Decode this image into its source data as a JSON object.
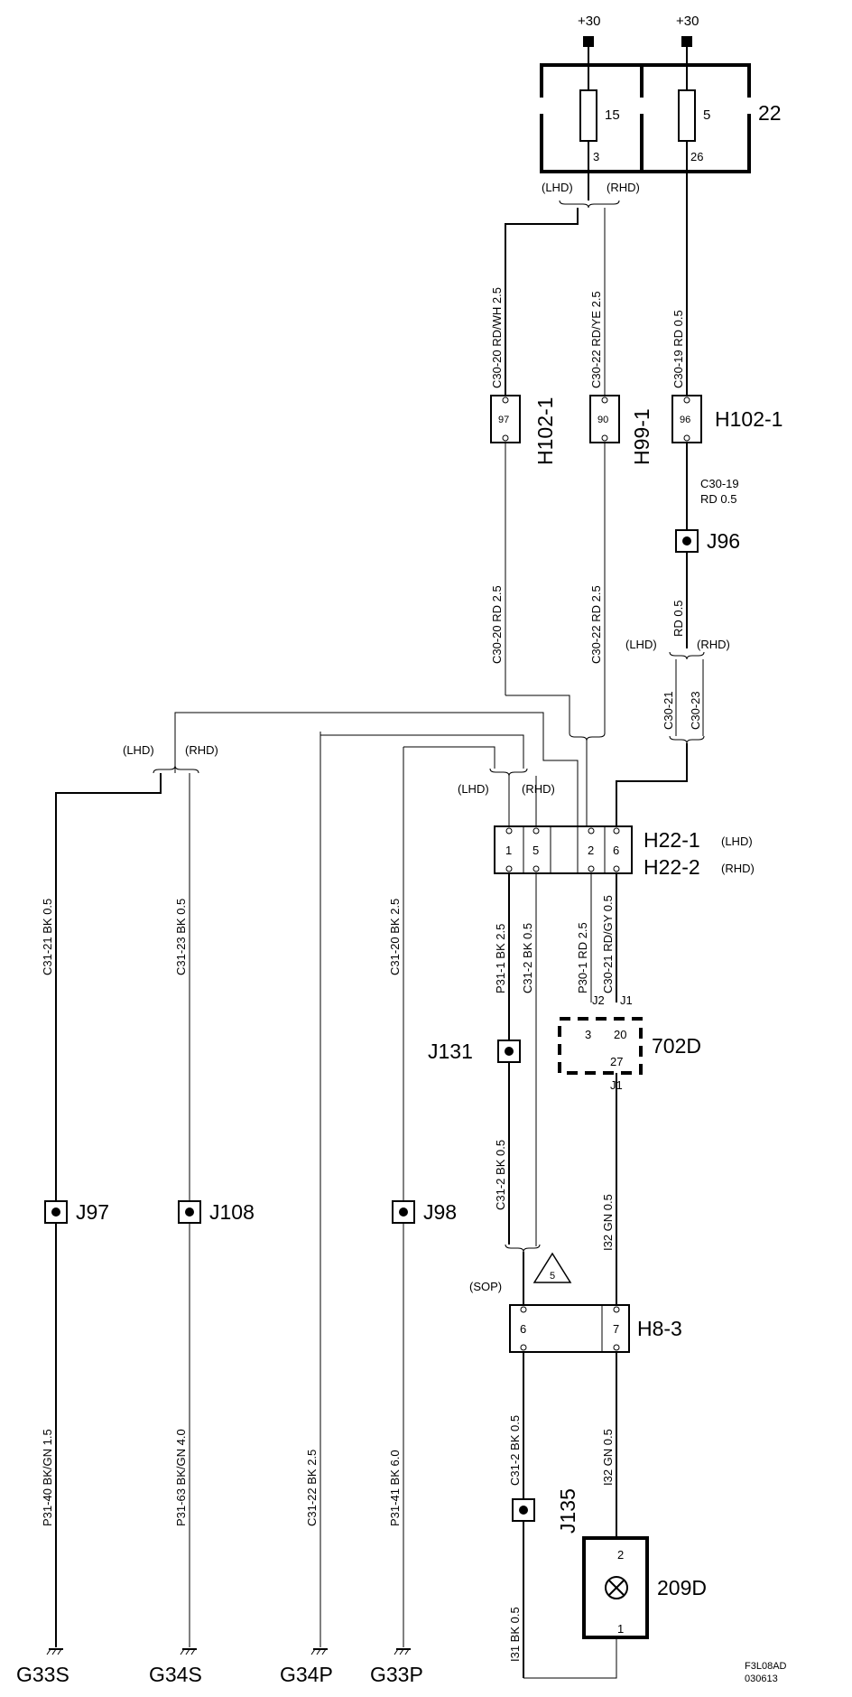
{
  "supply": {
    "plus30_a": "+30",
    "plus30_b": "+30"
  },
  "fuse_box": {
    "id": "22",
    "fuse_a": "15",
    "fuse_a_pin": "3",
    "fuse_b": "5",
    "fuse_b_pin": "26"
  },
  "variants": {
    "lhd": "(LHD)",
    "rhd": "(RHD)",
    "sop": "(SOP)",
    "note": "5"
  },
  "wires": {
    "c30_20_rdwh": "C30-20  RD/WH  2.5",
    "c30_22_rdye": "C30-22  RD/YE  2.5",
    "c30_19_rd_top": "C30-19  RD  0.5",
    "c30_20_rd": "C30-20  RD  2.5",
    "c30_22_rd": "C30-22  RD  2.5",
    "c30_19_label": "C30-19",
    "c30_19_spec": "RD   0.5",
    "rd_05": "RD  0.5",
    "c30_21": "C30-21",
    "c30_23": "C30-23",
    "c31_21": "C31-21 BK 0.5",
    "c31_23": "C31-23 BK 0.5",
    "c31_20": "C31-20  BK  2.5",
    "p31_1": "P31-1  BK  2.5",
    "c31_2_bk": "C31-2  BK  0.5",
    "p30_1": "P30-1  RD  2.5",
    "c30_21_rdgy": "C30-21  RD/GY  0.5",
    "c31_2_bk_b": "C31-2  BK  0.5",
    "i32_gn_a": "I32  GN  0.5",
    "p31_40": "P31-40  BK/GN  1.5",
    "p31_63": "P31-63  BK/GN  4.0",
    "c31_22": "C31-22  BK  2.5",
    "p31_41": "P31-41  BK  6.0",
    "c31_2_bk_c": "C31-2  BK  0.5",
    "i32_gn_b": "I32  GN  0.5",
    "i31_bk": "I31  BK  0.5"
  },
  "connectors": {
    "h102_1_left": "H102-1",
    "h102_1_left_pin": "97",
    "h99_1": "H99-1",
    "h99_1_pin": "90",
    "h102_1_right": "H102-1",
    "h102_1_right_pin": "96",
    "h22_1": "H22-1",
    "h22_1_note": "(LHD)",
    "h22_2": "H22-2",
    "h22_2_note": "(RHD)",
    "h22_pins": [
      "1",
      "5",
      "2",
      "6"
    ],
    "h8_3": "H8-3",
    "h8_3_pins": [
      "6",
      "7"
    ],
    "c702d": "702D",
    "c702d_j2": "J2",
    "c702d_j1": "J1",
    "c702d_pin3": "3",
    "c702d_pin20": "20",
    "c702d_pin27": "27",
    "c702d_j1_bottom": "J1"
  },
  "splices": {
    "j96": "J96",
    "j131": "J131",
    "j97": "J97",
    "j108": "J108",
    "j98": "J98",
    "j135": "J135"
  },
  "component": {
    "id": "209D",
    "pin_top": "2",
    "pin_bottom": "1"
  },
  "grounds": {
    "g33s": "G33S",
    "g34s": "G34S",
    "g34p": "G34P",
    "g33p": "G33P"
  },
  "footer": {
    "code": "F3L08AD",
    "date": "030613"
  }
}
